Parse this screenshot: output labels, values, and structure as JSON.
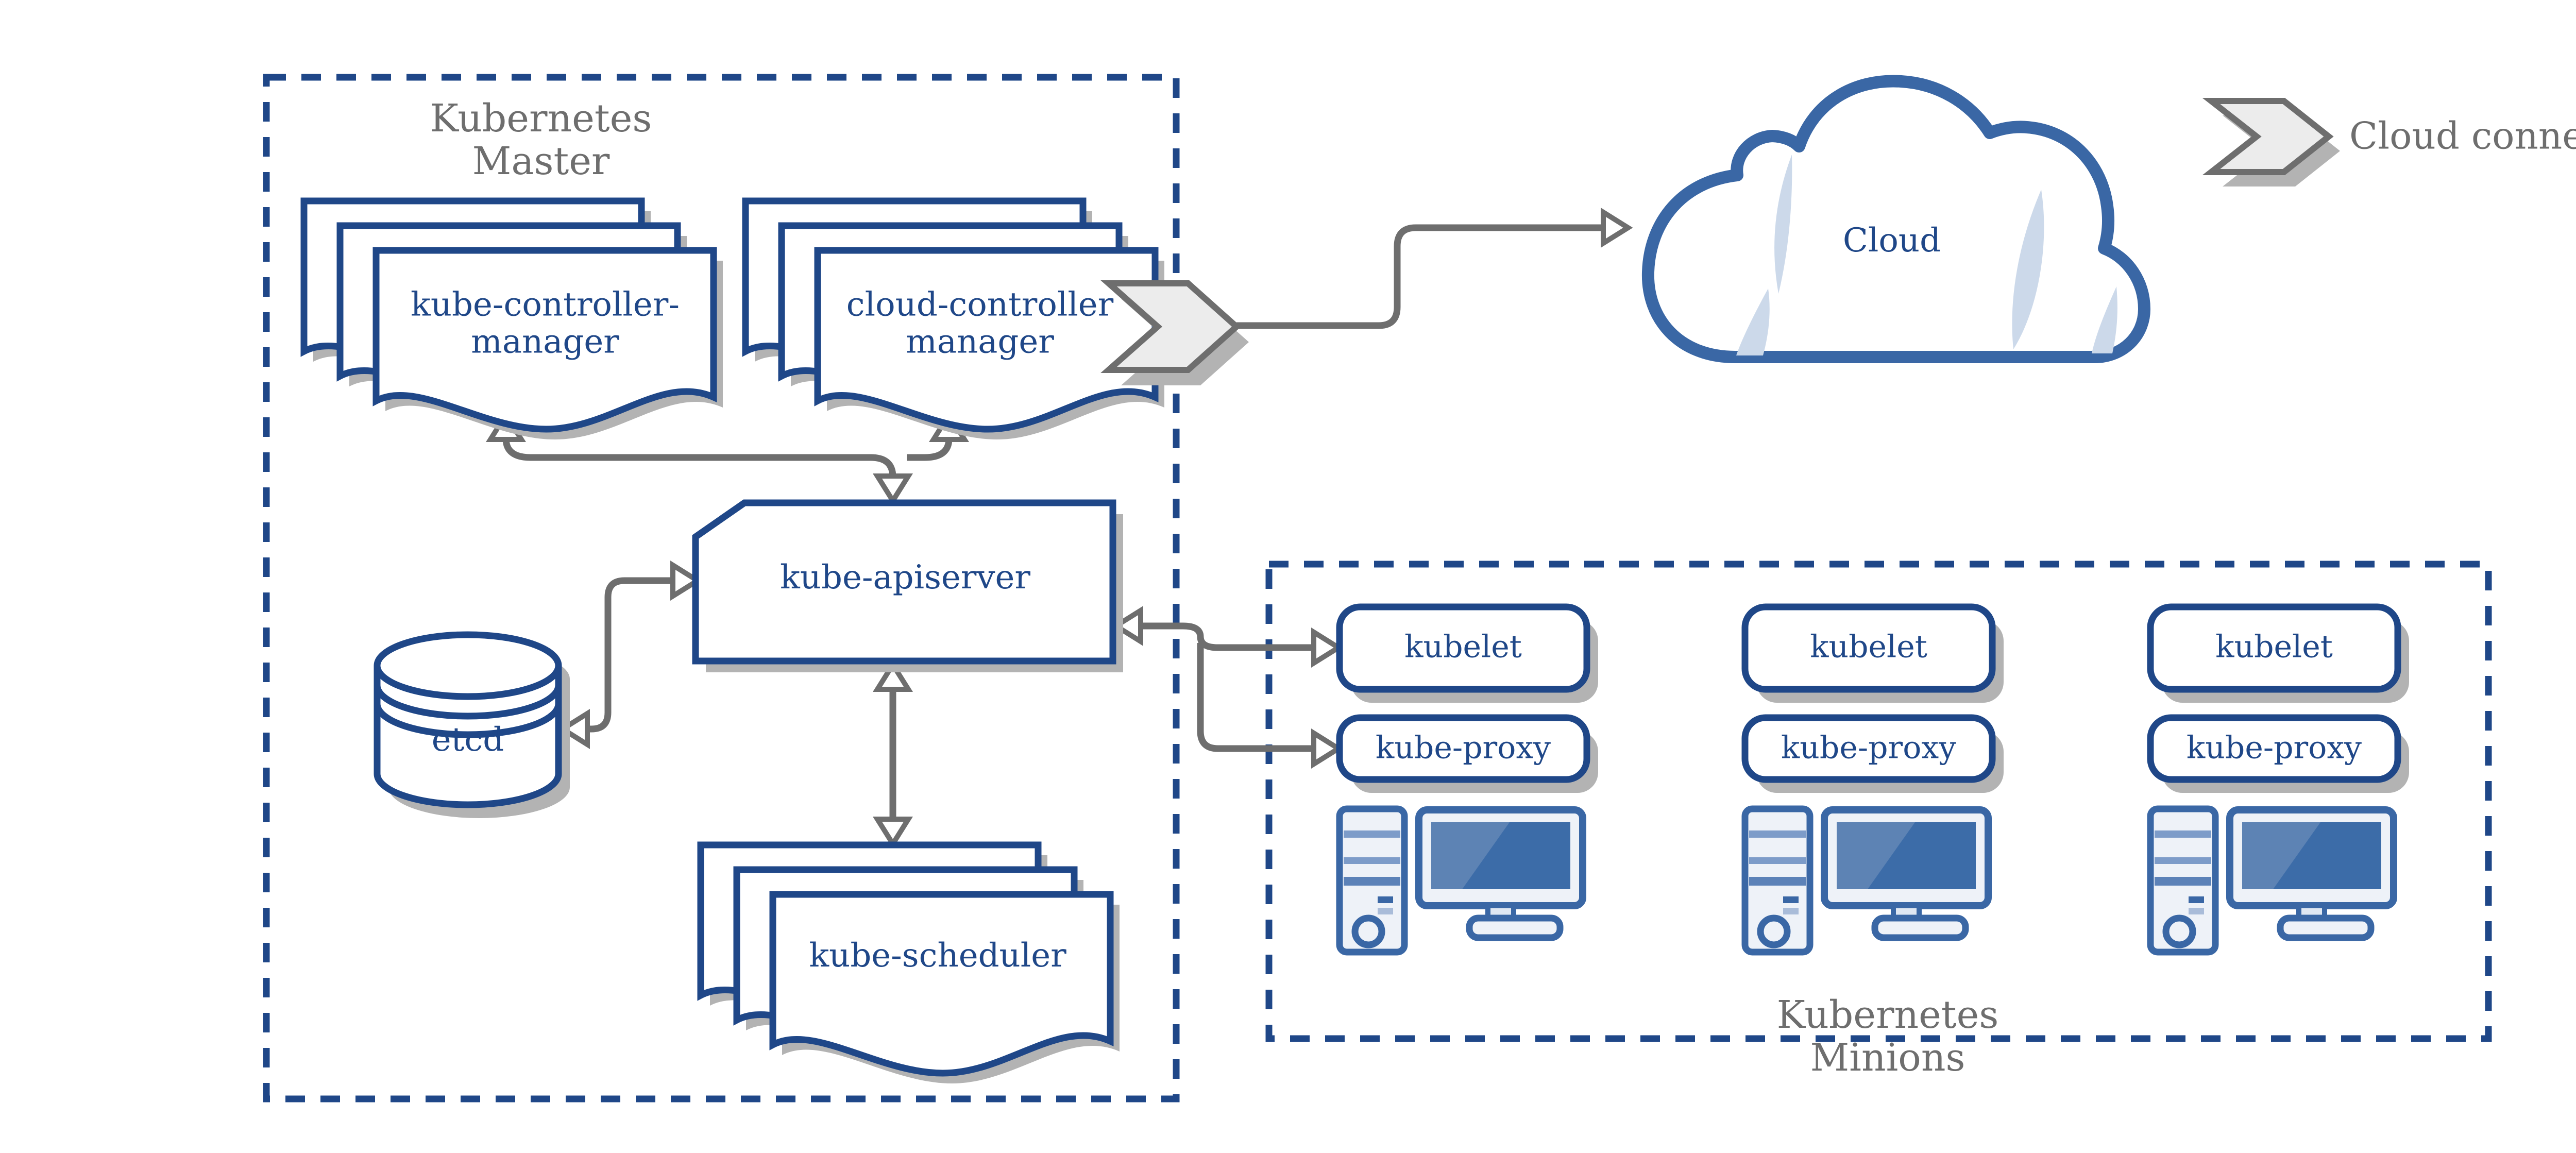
{
  "colors": {
    "navy": "#1f4788",
    "steel_blue": "#3a67a5",
    "light_blue_crescent": "#ccd9ea",
    "panel_fill": "#eef2f8",
    "screen_blue": "#3c6ca8",
    "screen_highlight": "#5d83b4",
    "label_gray": "#6e6e6e",
    "shadow_gray": "#b3b3b3",
    "chevron_fill": "#ececec",
    "background": "#ffffff"
  },
  "master": {
    "title_line1": "Kubernetes",
    "title_line2": "Master",
    "kube_controller_manager_line1": "kube-controller-",
    "kube_controller_manager_line2": "manager",
    "cloud_controller_manager_line1": "cloud-controller",
    "cloud_controller_manager_line2": "manager",
    "kube_apiserver": "kube-apiserver",
    "etcd": "etcd",
    "kube_scheduler": "kube-scheduler"
  },
  "cloud": {
    "label": "Cloud"
  },
  "legend": {
    "cloud_connector": "Cloud connector"
  },
  "minions": {
    "title_line1": "Kubernetes",
    "title_line2": "Minions",
    "nodes": [
      {
        "kubelet": "kubelet",
        "kube_proxy": "kube-proxy"
      },
      {
        "kubelet": "kubelet",
        "kube_proxy": "kube-proxy"
      },
      {
        "kubelet": "kubelet",
        "kube_proxy": "kube-proxy"
      }
    ]
  }
}
